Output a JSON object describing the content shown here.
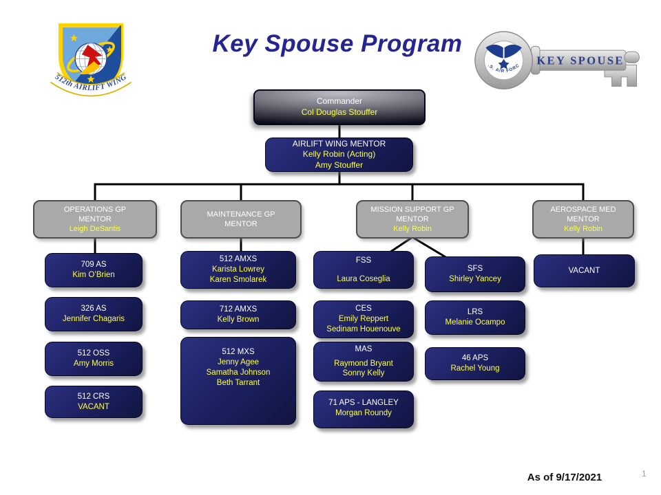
{
  "title": "Key Spouse Program",
  "badge": {
    "banner": "512th AIRLIFT WING"
  },
  "key_logo": {
    "label": "KEY SPOUSE",
    "af": "U.S. AIR FORCE"
  },
  "org": {
    "commander": {
      "title": "Commander",
      "name": "Col Douglas Stouffer"
    },
    "wing_mentor": {
      "title": "AIRLIFT WING MENTOR",
      "name1": "Kelly Robin (Acting)",
      "name2": "Amy Stouffer"
    },
    "mentors": [
      {
        "title1": "OPERATIONS GP",
        "title2": "MENTOR",
        "name": "Leigh DeSantis"
      },
      {
        "title1": "MAINTENANCE GP",
        "title2": "MENTOR"
      },
      {
        "title1": "MISSION SUPPORT GP",
        "title2": "MENTOR",
        "name": "Kelly Robin"
      },
      {
        "title1": "AEROSPACE MED",
        "title2": "MENTOR",
        "name": "Kelly Robin"
      }
    ],
    "operations": [
      {
        "unit": "709 AS",
        "n1": "Kim O’Brien"
      },
      {
        "unit": "326 AS",
        "n1": "Jennifer Chagaris"
      },
      {
        "unit": "512 OSS",
        "n1": "Amy Morris"
      },
      {
        "unit": "512 CRS",
        "n1": "VACANT"
      }
    ],
    "maintenance": [
      {
        "unit": "512 AMXS",
        "n1": "Karista Lowrey",
        "n2": "Karen Smolarek"
      },
      {
        "unit": "712 AMXS",
        "n1": "Kelly Brown"
      },
      {
        "unit": "512 MXS",
        "n1": "Jenny Agee",
        "n2": "Samatha Johnson",
        "n3": "Beth Tarrant"
      }
    ],
    "mission_left": [
      {
        "unit": "FSS",
        "n1": "Laura Coseglia"
      },
      {
        "unit": "CES",
        "n1": "Emily Reppert",
        "n2": "Sedinam Houenouve"
      },
      {
        "unit": "MAS",
        "n1": "Raymond Bryant",
        "n2": "Sonny Kelly"
      },
      {
        "unit": "71 APS - LANGLEY",
        "n1": "Morgan Roundy"
      }
    ],
    "mission_right": [
      {
        "unit": "SFS",
        "n1": "Shirley Yancey"
      },
      {
        "unit": "LRS",
        "n1": "Melanie Ocampo"
      },
      {
        "unit": "46 APS",
        "n1": "Rachel Young"
      }
    ],
    "aerospace": [
      {
        "unit": "VACANT"
      }
    ]
  },
  "footer": {
    "as_of": "As of 9/17/2021",
    "page": "1"
  },
  "colors": {
    "title_blue": "#252592",
    "box_navy": "#1b1f5e",
    "mentor_gray": "#a9a9a9",
    "name_yellow": "#ffff45",
    "unit_white": "#ffffff"
  }
}
